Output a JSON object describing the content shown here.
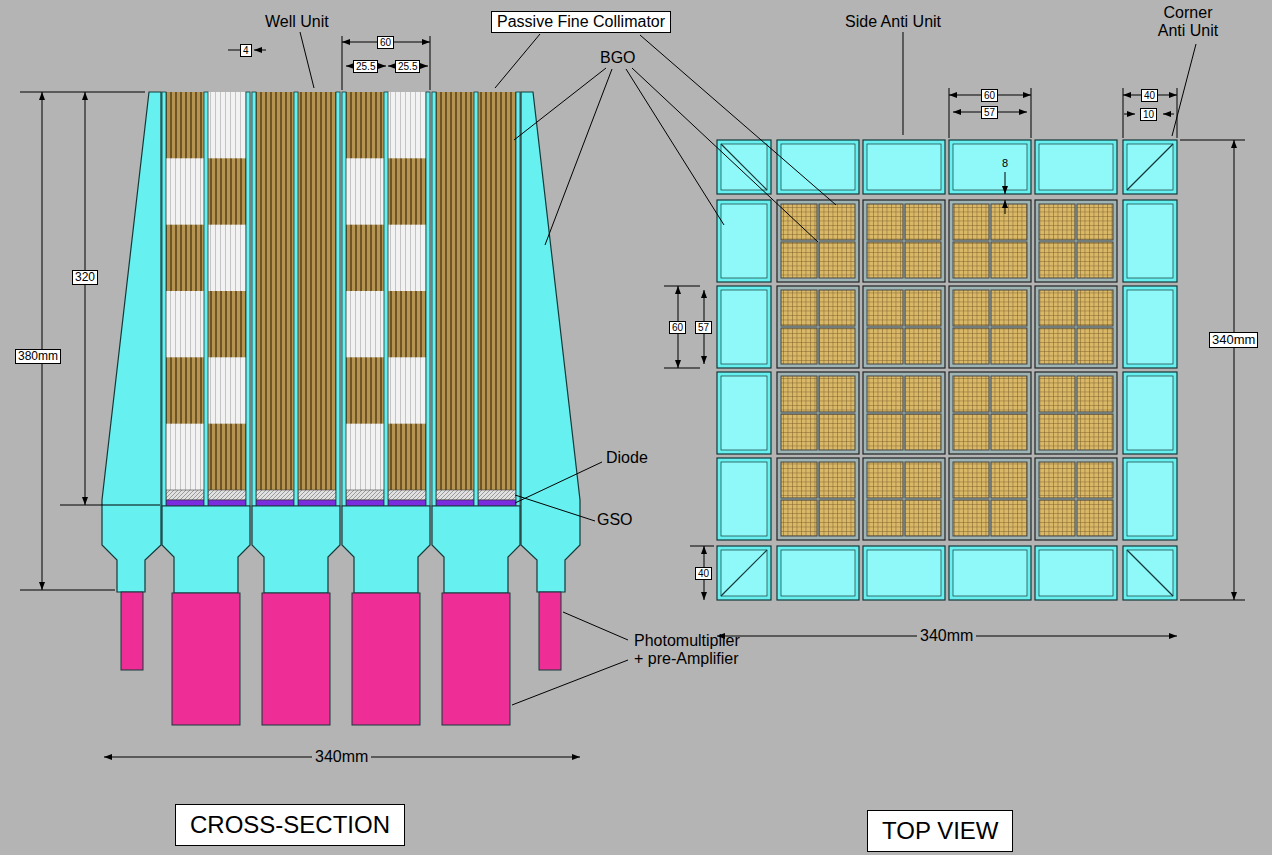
{
  "diagram": {
    "nodes": [
      {
        "text": [
          "Passive Fine Collimator"
        ]
      },
      {
        "text": [
          "CROSS-SECTION"
        ]
      },
      {
        "text": [
          "TOP VIEW"
        ]
      }
    ],
    "labels": [
      "Well Unit",
      "Side Anti Unit",
      "Corner Anti Unit",
      "4",
      "60",
      "25.5",
      "25.5",
      "BGO",
      "60",
      "57",
      "40",
      "10",
      "8",
      "380mm",
      "320",
      "60",
      "57",
      "340mm",
      "Diode",
      "GSO",
      "40",
      "Photomultiplier + pre-Amplifier",
      "340mm",
      "340mm"
    ]
  }
}
